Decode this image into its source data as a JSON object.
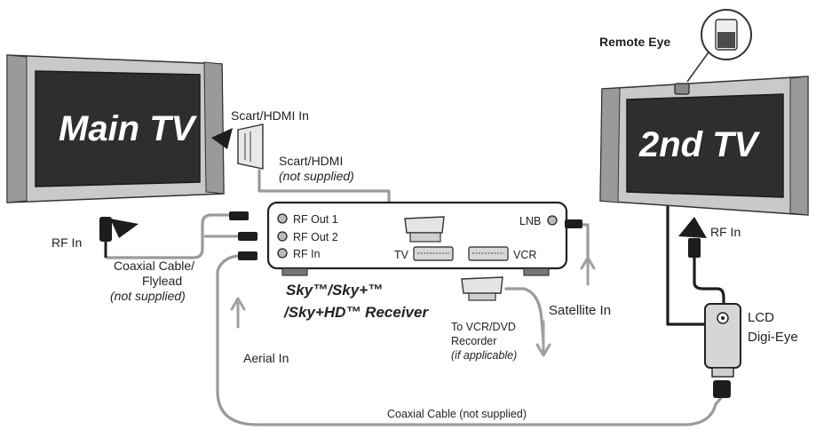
{
  "main_tv": {
    "title": "Main TV"
  },
  "second_tv": {
    "title": "2nd TV"
  },
  "labels": {
    "scart_hdmi_in": "Scart/HDMI In",
    "scart_hdmi": "Scart/HDMI",
    "scart_hdmi_note": "(not supplied)",
    "rf_in_main": "RF In",
    "coax_flylead_line1": "Coaxial Cable/",
    "coax_flylead_line2": "Flylead",
    "coax_flylead_note": "(not supplied)",
    "aerial_in": "Aerial In",
    "satellite_in": "Satellite In",
    "remote_eye": "Remote Eye",
    "rf_in_second": "RF In",
    "lcd_digi_eye_line1": "LCD",
    "lcd_digi_eye_line2": "Digi-Eye",
    "coax_bottom": "Coaxial Cable (not supplied)",
    "vcr_dvd_line1": "To VCR/DVD",
    "vcr_dvd_line2": "Recorder",
    "vcr_dvd_note": "(if applicable)"
  },
  "receiver": {
    "title_line1": "Sky™/Sky+™",
    "title_line2": "/Sky+HD™ Receiver",
    "ports": {
      "rf_out_1": "RF Out 1",
      "rf_out_2": "RF Out 2",
      "rf_in": "RF In",
      "lnb": "LNB",
      "tv": "TV",
      "vcr": "VCR"
    }
  }
}
